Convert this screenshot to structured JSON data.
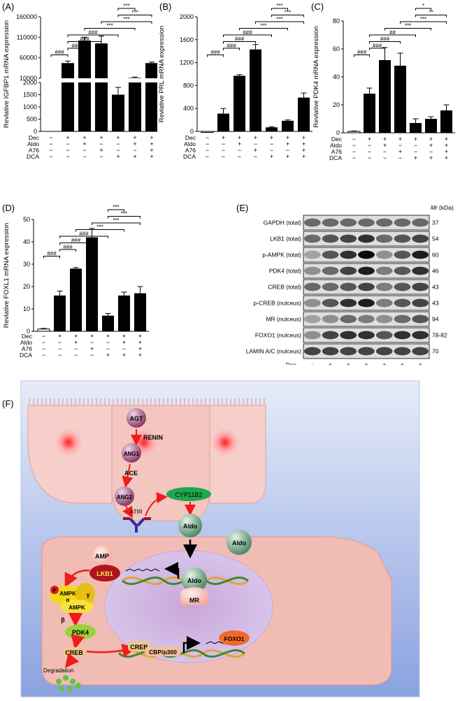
{
  "panels": {
    "A": "(A)",
    "B": "(B)",
    "C": "(C)",
    "D": "(D)",
    "E": "(E)",
    "F": "(F)"
  },
  "conditions": {
    "row_labels": [
      "Dec",
      "Aldo",
      "A76",
      "DCA"
    ],
    "rows": [
      [
        "−",
        "+",
        "+",
        "+",
        "+",
        "+",
        "+"
      ],
      [
        "−",
        "−",
        "+",
        "−",
        "−",
        "+",
        "+"
      ],
      [
        "−",
        "−",
        "−",
        "+",
        "−",
        "−",
        "+"
      ],
      [
        "−",
        "−",
        "−",
        "−",
        "+",
        "+",
        "+"
      ]
    ]
  },
  "chart_data": [
    {
      "type": "bar",
      "panel": "A",
      "ylabel": "Revlative IGFBP1 mRNA expression",
      "broken_axis": true,
      "upper_ticks": [
        "10000",
        "60000",
        "110000",
        "160000"
      ],
      "lower_ticks": [
        "0",
        "500",
        "1000",
        "1500",
        "2000"
      ],
      "values": [
        0,
        47000,
        102000,
        95000,
        1500,
        11000,
        47000
      ],
      "errors": [
        0,
        5000,
        8000,
        18000,
        300,
        2000,
        2500
      ],
      "significance": [
        {
          "from": 0,
          "to": 1,
          "label": "###"
        },
        {
          "from": 1,
          "to": 2,
          "label": "###"
        },
        {
          "from": 1,
          "to": 3,
          "label": "###"
        },
        {
          "from": 1,
          "to": 4,
          "label": "###"
        },
        {
          "from": 2,
          "to": 5,
          "label": "***"
        },
        {
          "from": 3,
          "to": 6,
          "label": "***"
        },
        {
          "from": 4,
          "to": 6,
          "label": "***"
        },
        {
          "from": 4,
          "to": 5,
          "label": "***"
        }
      ]
    },
    {
      "type": "bar",
      "panel": "B",
      "ylabel": "Revlative PRL mRNA expression",
      "ylim": [
        0,
        2000
      ],
      "ticks": [
        "0",
        "400",
        "800",
        "1200",
        "1600",
        "2000"
      ],
      "values": [
        0,
        310,
        970,
        1430,
        70,
        185,
        590
      ],
      "errors": [
        0,
        90,
        20,
        85,
        10,
        15,
        80
      ],
      "significance": [
        {
          "from": 0,
          "to": 1,
          "label": "###"
        },
        {
          "from": 1,
          "to": 2,
          "label": "###"
        },
        {
          "from": 1,
          "to": 3,
          "label": "###"
        },
        {
          "from": 1,
          "to": 4,
          "label": "###"
        },
        {
          "from": 2,
          "to": 5,
          "label": "***"
        },
        {
          "from": 3,
          "to": 6,
          "label": "***"
        },
        {
          "from": 4,
          "to": 6,
          "label": "***"
        },
        {
          "from": 4,
          "to": 5,
          "label": "***"
        }
      ]
    },
    {
      "type": "bar",
      "panel": "C",
      "ylabel": "Revlative PDK4 mRNA expression",
      "ylim": [
        0,
        80
      ],
      "ticks": [
        "0",
        "20",
        "40",
        "60",
        "80"
      ],
      "values": [
        1,
        28,
        52,
        48,
        7,
        10,
        16
      ],
      "errors": [
        0.3,
        4,
        9,
        9,
        3,
        1.5,
        4
      ],
      "significance": [
        {
          "from": 0,
          "to": 1,
          "label": "###"
        },
        {
          "from": 1,
          "to": 2,
          "label": "###"
        },
        {
          "from": 1,
          "to": 3,
          "label": "###"
        },
        {
          "from": 1,
          "to": 4,
          "label": "##"
        },
        {
          "from": 2,
          "to": 5,
          "label": "***"
        },
        {
          "from": 3,
          "to": 6,
          "label": "***"
        },
        {
          "from": 4,
          "to": 6,
          "label": "**"
        },
        {
          "from": 4,
          "to": 5,
          "label": "*"
        }
      ]
    },
    {
      "type": "bar",
      "panel": "D",
      "ylabel": "Revlative FOXL1 mRNA expression",
      "ylim": [
        0,
        50
      ],
      "ticks": [
        "0",
        "10",
        "20",
        "30",
        "40",
        "50"
      ],
      "values": [
        1,
        16,
        28,
        42,
        7,
        16,
        17
      ],
      "errors": [
        0.3,
        2,
        0.5,
        4,
        1,
        1.5,
        3
      ],
      "significance": [
        {
          "from": 0,
          "to": 1,
          "label": "###"
        },
        {
          "from": 1,
          "to": 2,
          "label": "###"
        },
        {
          "from": 1,
          "to": 3,
          "label": "###"
        },
        {
          "from": 1,
          "to": 4,
          "label": "###"
        },
        {
          "from": 2,
          "to": 5,
          "label": "***"
        },
        {
          "from": 3,
          "to": 6,
          "label": "***"
        },
        {
          "from": 4,
          "to": 6,
          "label": "***"
        },
        {
          "from": 4,
          "to": 5,
          "label": "***"
        }
      ]
    }
  ],
  "blot": {
    "mr_header": "Mr",
    "mr_unit": "(kDa)",
    "lanes": [
      {
        "label": "GAPDH (total)",
        "mw": "37",
        "intensity": [
          0.5,
          0.5,
          0.5,
          0.5,
          0.5,
          0.5,
          0.5
        ]
      },
      {
        "label": "LKB1 (total)",
        "mw": "54",
        "intensity": [
          0.5,
          0.6,
          0.7,
          0.8,
          0.5,
          0.6,
          0.7
        ]
      },
      {
        "label": "p-AMPK (total)",
        "mw": "60",
        "intensity": [
          0.2,
          0.6,
          0.8,
          1.0,
          0.3,
          0.6,
          0.9
        ]
      },
      {
        "label": "PDK4 (total)",
        "mw": "46",
        "intensity": [
          0.3,
          0.5,
          0.7,
          0.9,
          0.4,
          0.6,
          0.8
        ]
      },
      {
        "label": "CREB (total)",
        "mw": "43",
        "intensity": [
          0.5,
          0.5,
          0.6,
          0.7,
          0.4,
          0.6,
          0.7
        ]
      },
      {
        "label": "p-CREB (nulceus)",
        "mw": "43",
        "intensity": [
          0.3,
          0.6,
          0.8,
          0.9,
          0.4,
          0.6,
          0.7
        ]
      },
      {
        "label": "MR (nulceus)",
        "mw": "94",
        "intensity": [
          0.2,
          0.3,
          0.5,
          0.4,
          0.3,
          0.5,
          0.6
        ]
      },
      {
        "label": "FOXO1 (nulceus)",
        "mw": "78-82",
        "intensity": [
          0.3,
          0.7,
          0.8,
          0.8,
          0.6,
          0.8,
          0.8
        ]
      },
      {
        "label": "LAMIN A/C (nulceus)",
        "mw": "70",
        "intensity": [
          0.7,
          0.7,
          0.7,
          0.7,
          0.7,
          0.7,
          0.7
        ]
      }
    ]
  },
  "pathway": {
    "AGT": "AGT",
    "RENIN": "RENIN",
    "ANG1": "ANG1",
    "ACE": "ACE",
    "ANG2": "ANG2",
    "CYP11B2": "CYP11B2",
    "ATIR": "ATIR",
    "Aldo": "Aldo",
    "AMP": "AMP",
    "LKB1": "LKB1",
    "P": "P",
    "AMPK": "AMPK",
    "alpha": "α",
    "gamma": "γ",
    "beta": "β",
    "PDK4": "PDK4",
    "CREB": "CREB",
    "MR": "MR",
    "CBP": "CBP/p300",
    "FOXO1": "FOXO1",
    "Degradation": "Degradation"
  }
}
